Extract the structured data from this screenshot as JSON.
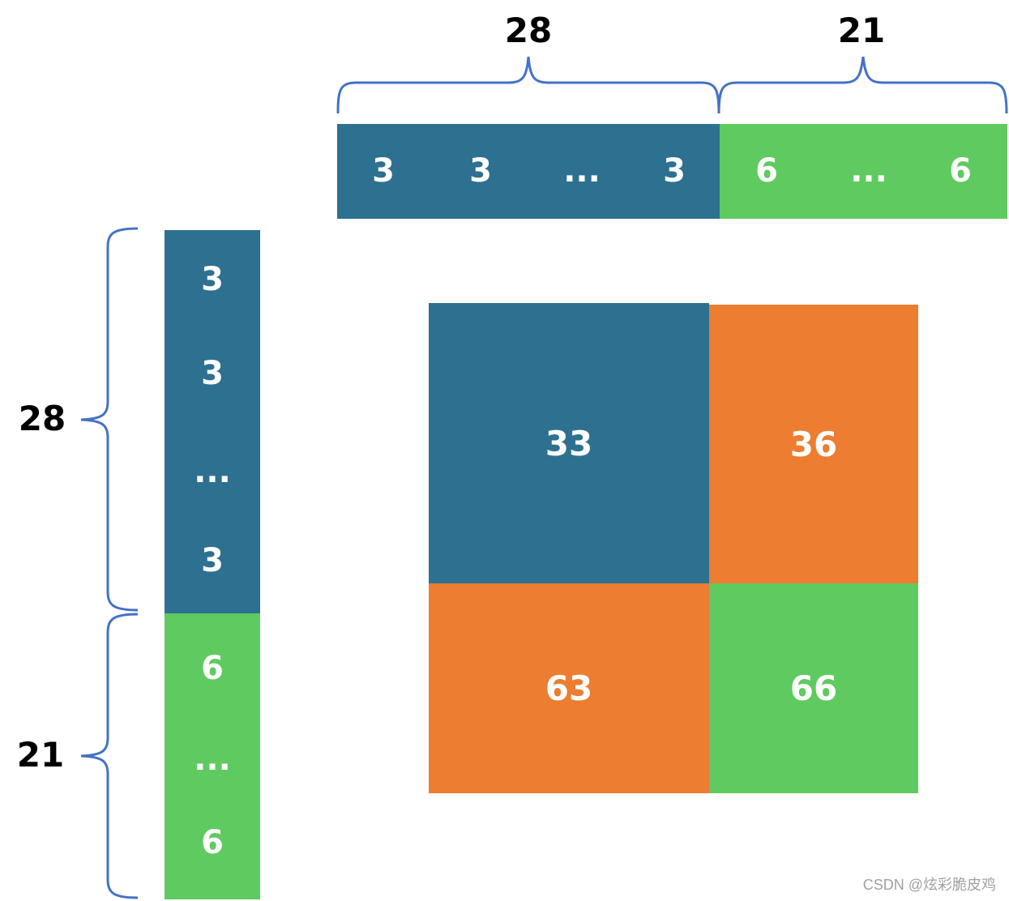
{
  "top_vector": {
    "blue_group_label": "28",
    "green_group_label": "21",
    "items": [
      "3",
      "3",
      "...",
      "3",
      "6",
      "...",
      "6"
    ]
  },
  "left_vector": {
    "blue_group_label": "28",
    "green_group_label": "21",
    "items": [
      "3",
      "3",
      "...",
      "3",
      "6",
      "...",
      "6"
    ]
  },
  "matrix": {
    "top_left": "33",
    "top_right": "36",
    "bottom_left": "63",
    "bottom_right": "66"
  },
  "watermark": "CSDN @炫彩脆皮鸡",
  "colors": {
    "blue": "#2e7090",
    "green": "#5fca60",
    "orange": "#ec7d31",
    "brace": "#4472c4"
  }
}
